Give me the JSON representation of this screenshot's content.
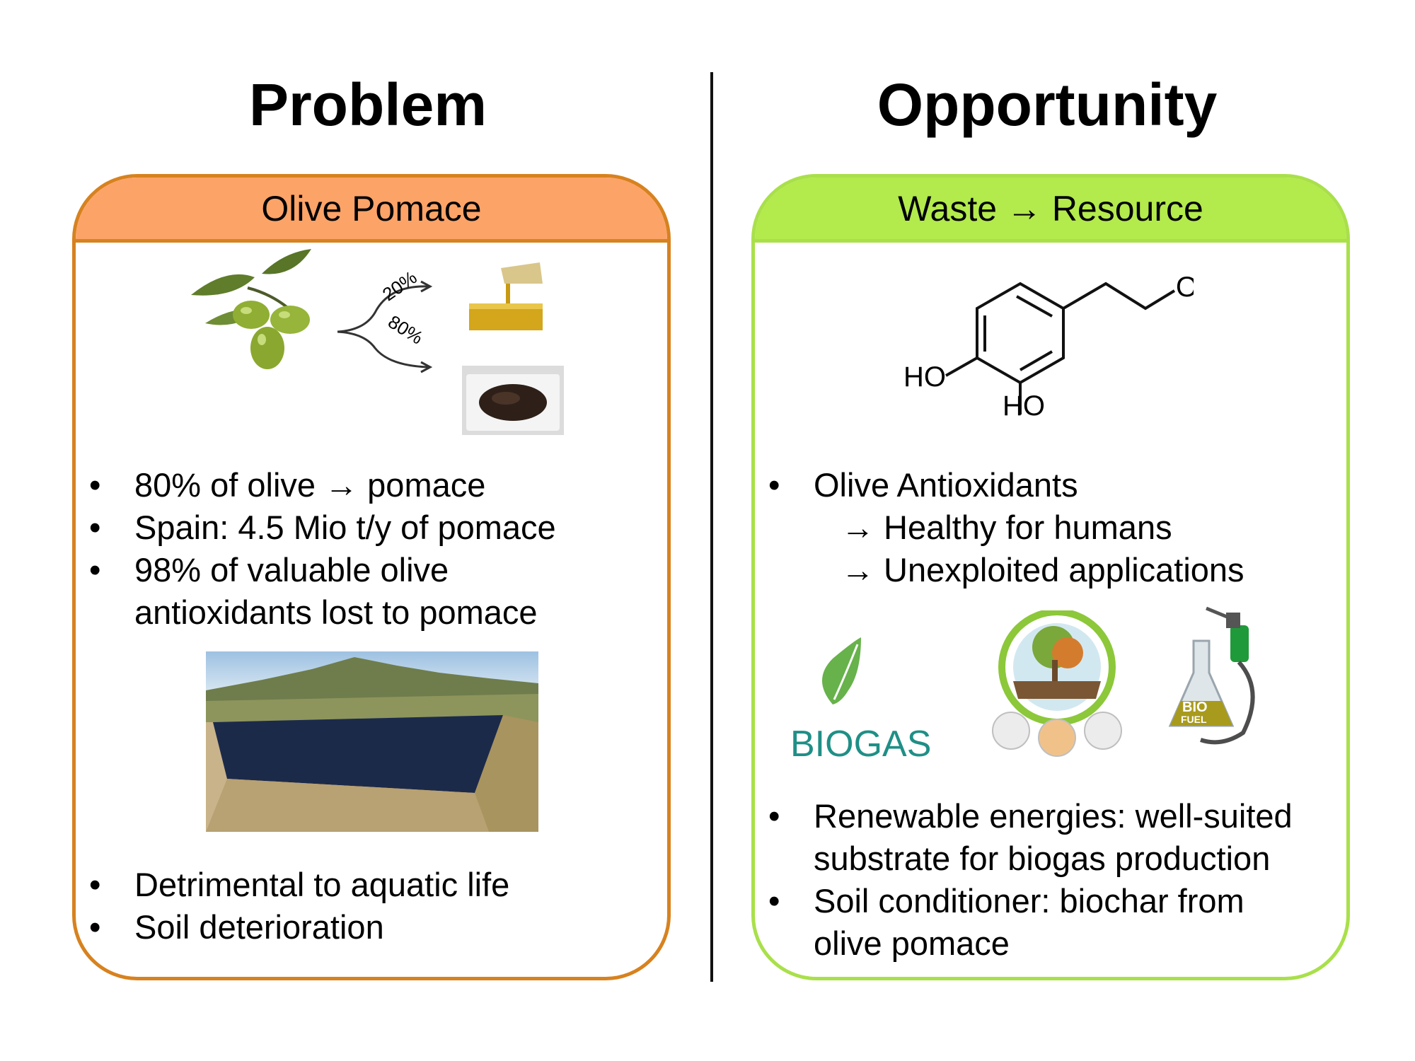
{
  "headings": {
    "left": "Problem",
    "right": "Opportunity"
  },
  "problem": {
    "header": "Olive Pomace",
    "split_oil": "20%",
    "split_pomace": "80%",
    "bullets_top": [
      "80% of olive → pomace",
      "Spain: 4.5 Mio t/y of pomace",
      "98% of valuable olive",
      "antioxidants lost to pomace"
    ],
    "bullets_bottom": [
      "Detrimental to aquatic life",
      "Soil deterioration"
    ]
  },
  "opportunity": {
    "header": "Waste → Resource",
    "molecule": {
      "oh_top": "OH",
      "ho_mid": "HO",
      "ho_bottom": "HO"
    },
    "antioxidants": {
      "title": "Olive Antioxidants",
      "items": [
        "→ Healthy for humans",
        "→ Unexploited applications"
      ]
    },
    "logos": {
      "biogas": "BIOGAS",
      "biofuel_top": "BIO",
      "biofuel_bottom": "FUEL"
    },
    "bullets_bottom": [
      "Renewable energies: well-suited",
      "substrate for biogas production",
      "Soil conditioner: biochar from",
      "olive pomace"
    ]
  },
  "bullet_char": "•",
  "colors": {
    "problem_border": "#d7821f",
    "problem_header": "#fca368",
    "opportunity_border": "#a9e04a",
    "opportunity_header": "#b3ea4c"
  }
}
